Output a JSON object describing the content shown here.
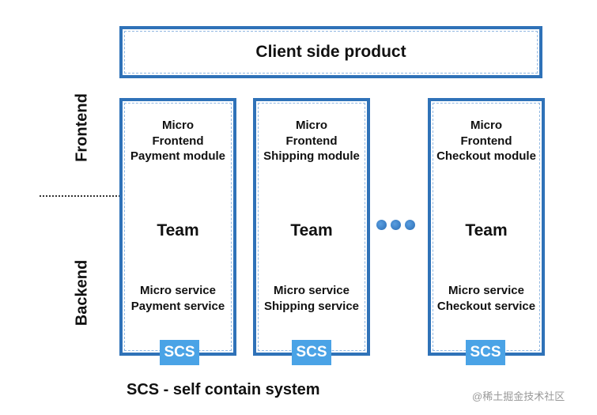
{
  "top": {
    "title": "Client side product"
  },
  "side": {
    "frontend": "Frontend",
    "backend": "Backend"
  },
  "columns": [
    {
      "fe1": "Micro",
      "fe2": "Frontend",
      "fe3": "Payment module",
      "team": "Team",
      "be1": "Micro service",
      "be2": "Payment service",
      "badge": "SCS"
    },
    {
      "fe1": "Micro",
      "fe2": "Frontend",
      "fe3": "Shipping module",
      "team": "Team",
      "be1": "Micro service",
      "be2": "Shipping service",
      "badge": "SCS"
    },
    {
      "fe1": "Micro",
      "fe2": "Frontend",
      "fe3": "Checkout module",
      "team": "Team",
      "be1": "Micro service",
      "be2": "Checkout service",
      "badge": "SCS"
    }
  ],
  "caption": "SCS - self contain system",
  "watermark": "@稀土掘金技术社区",
  "colors": {
    "border": "#2f72b8",
    "badge": "#4aa3e6",
    "ellipsis": "#3f86d1"
  }
}
